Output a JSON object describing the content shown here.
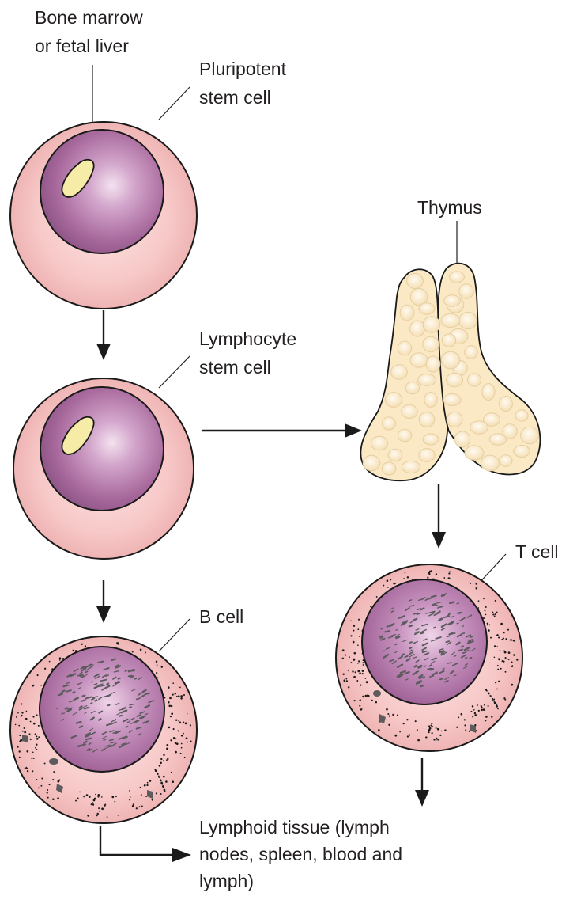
{
  "labels": {
    "origin": [
      "Bone marrow",
      "or fetal liver"
    ],
    "pluripotent": [
      "Pluripotent",
      "stem cell"
    ],
    "thymus": [
      "Thymus"
    ],
    "lymphocyte": [
      "Lymphocyte",
      "stem cell"
    ],
    "t_cell": [
      "T cell"
    ],
    "b_cell": [
      "B cell"
    ],
    "lymphoid": [
      "Lymphoid tissue (lymph",
      "nodes, spleen, blood and",
      "lymph)"
    ]
  },
  "colors": {
    "cell_outer": "#f6c4c3",
    "cell_outer_edge": "#fbe2e1",
    "nucleus": "#a7679b",
    "nucleus_light": "#efd9ea",
    "organelle": "#f6eaa6",
    "thymus": "#fbe9c6",
    "thymus_lobule": "#fff6e2",
    "outline": "#1a1a1a",
    "chromatin": "#5d5b5e"
  }
}
